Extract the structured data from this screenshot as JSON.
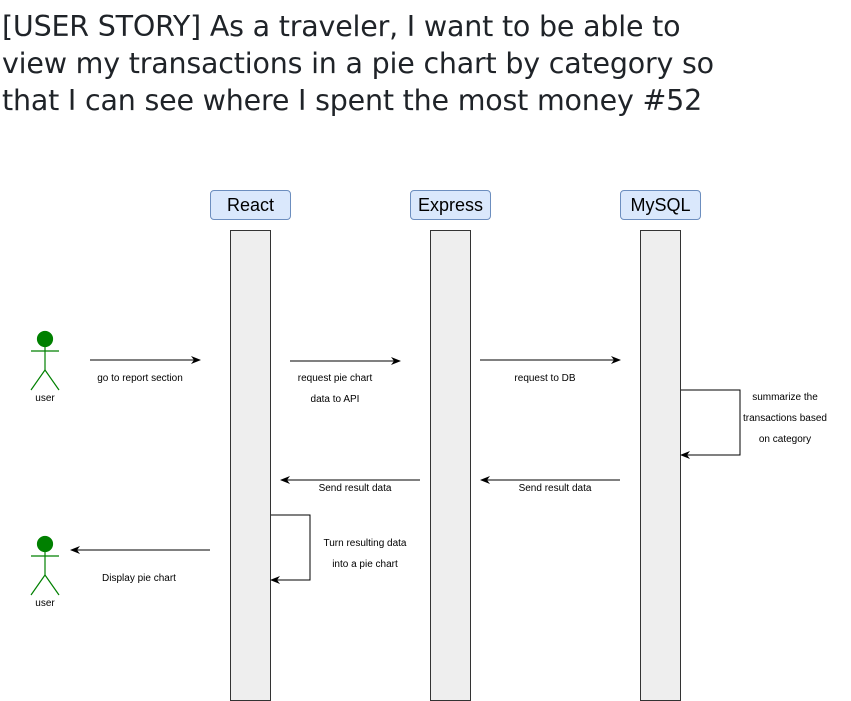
{
  "title_lines": [
    "[USER STORY] As a traveler, I want to be able to",
    "view my transactions in a pie chart by category so",
    "that I can see where I spent the most money #52"
  ],
  "participants": {
    "react": "React",
    "express": "Express",
    "mysql": "MySQL"
  },
  "actors": {
    "user_top": "user",
    "user_bottom": "user"
  },
  "messages": {
    "go_to_report": "go to report section",
    "request_pie_line1": "request pie chart",
    "request_pie_line2": "data to API",
    "request_db": "request to DB",
    "summarize_line1": "summarize the",
    "summarize_line2": "transactions based",
    "summarize_line3": "on category",
    "send_result_express": "Send result data",
    "send_result_mysql": "Send result data",
    "turn_line1": "Turn resulting data",
    "turn_line2": "into a pie chart",
    "display_pie": "Display pie chart"
  },
  "colors": {
    "actor": "#008000",
    "header_fill": "#dae8fc",
    "header_stroke": "#6c8ebf",
    "lifeline_fill": "#eeeeee"
  }
}
